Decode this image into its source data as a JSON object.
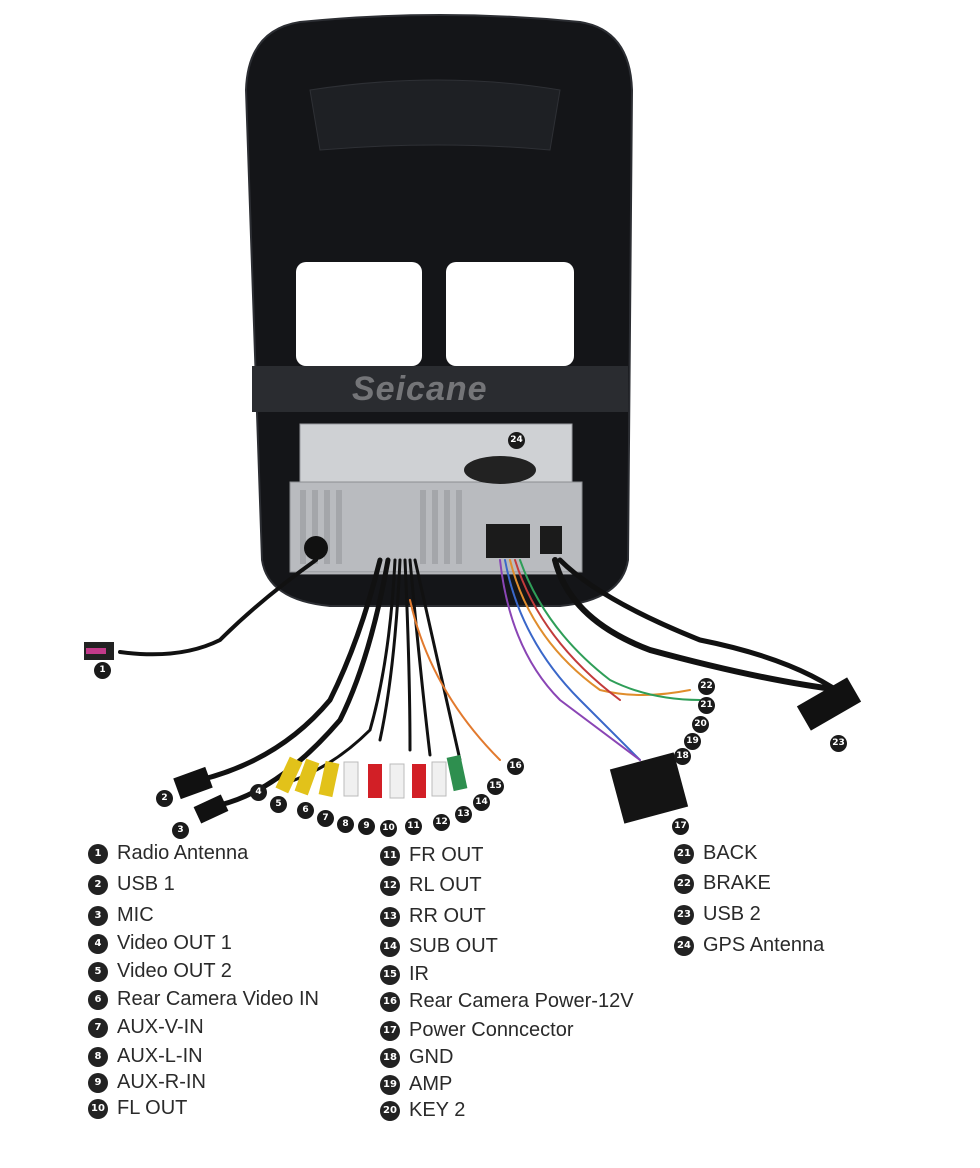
{
  "brand": {
    "watermark": "Seicane"
  },
  "callouts": [
    "1",
    "2",
    "3",
    "4",
    "5",
    "6",
    "7",
    "8",
    "9",
    "10",
    "11",
    "12",
    "13",
    "14",
    "15",
    "16",
    "17",
    "18",
    "19",
    "20",
    "21",
    "22",
    "23",
    "24"
  ],
  "legend": [
    {
      "num": "1",
      "label": "Radio Antenna"
    },
    {
      "num": "2",
      "label": "USB 1"
    },
    {
      "num": "3",
      "label": "MIC"
    },
    {
      "num": "4",
      "label": "Video OUT 1"
    },
    {
      "num": "5",
      "label": "Video OUT 2"
    },
    {
      "num": "6",
      "label": "Rear Camera Video IN"
    },
    {
      "num": "7",
      "label": "AUX-V-IN"
    },
    {
      "num": "8",
      "label": "AUX-L-IN"
    },
    {
      "num": "9",
      "label": "AUX-R-IN"
    },
    {
      "num": "10",
      "label": "FL OUT"
    },
    {
      "num": "11",
      "label": "FR OUT"
    },
    {
      "num": "12",
      "label": "RL OUT"
    },
    {
      "num": "13",
      "label": "RR OUT"
    },
    {
      "num": "14",
      "label": "SUB OUT"
    },
    {
      "num": "15",
      "label": "IR"
    },
    {
      "num": "16",
      "label": "Rear Camera Power-12V"
    },
    {
      "num": "17",
      "label": "Power Conncector"
    },
    {
      "num": "18",
      "label": "GND"
    },
    {
      "num": "19",
      "label": "AMP"
    },
    {
      "num": "20",
      "label": "KEY 2"
    },
    {
      "num": "21",
      "label": "BACK"
    },
    {
      "num": "22",
      "label": "BRAKE"
    },
    {
      "num": "23",
      "label": "USB 2"
    },
    {
      "num": "24",
      "label": "GPS Antenna"
    }
  ]
}
